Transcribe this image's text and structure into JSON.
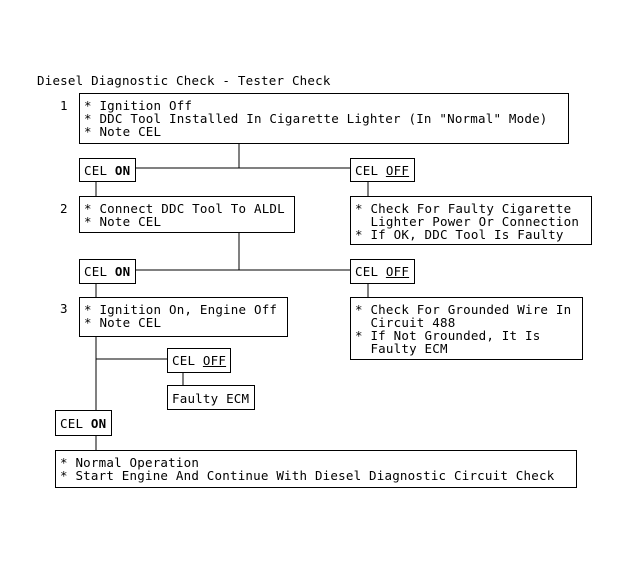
{
  "title": "Diesel Diagnostic Check - Tester Check",
  "steps": [
    {
      "number": "1",
      "lines": [
        "* Ignition Off",
        "* DDC Tool Installed In Cigarette Lighter (In \"Normal\" Mode)",
        "* Note CEL"
      ]
    },
    {
      "number": "2",
      "lines": [
        "* Connect DDC Tool To ALDL",
        "* Note CEL"
      ]
    },
    {
      "number": "3",
      "lines": [
        "* Ignition On, Engine Off",
        "* Note CEL"
      ]
    }
  ],
  "cel_prefix": "CEL ",
  "on_text": "ON",
  "off_text": "OFF",
  "results": {
    "step1_off": [
      "* Check For Faulty Cigarette",
      "  Lighter Power Or Connection",
      "* If OK, DDC Tool Is Faulty"
    ],
    "step2_off": [
      "* Check For Grounded Wire In",
      "  Circuit 488",
      "* If Not Grounded, It Is",
      "  Faulty ECM"
    ],
    "step3_off": [
      "Faulty ECM"
    ],
    "final": [
      "* Normal Operation",
      "* Start Engine And Continue With Diesel Diagnostic Circuit Check"
    ]
  }
}
